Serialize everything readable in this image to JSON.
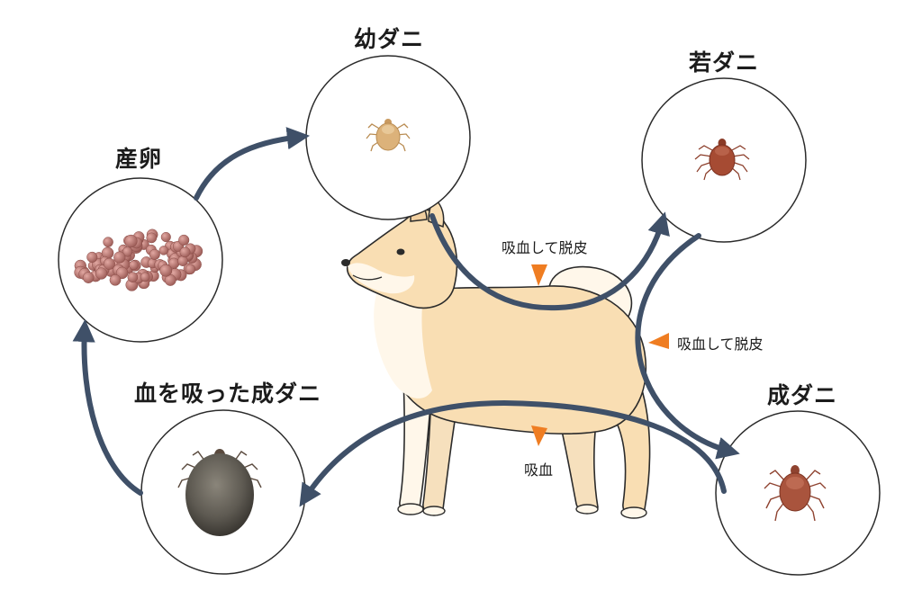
{
  "stages": {
    "egg": {
      "label": "産卵"
    },
    "larva": {
      "label": "幼ダニ"
    },
    "nymph": {
      "label": "若ダニ"
    },
    "adult": {
      "label": "成ダニ"
    },
    "engorged": {
      "label": "血を吸った成ダニ"
    }
  },
  "events": {
    "larva_feed": {
      "label": "吸血して脱皮"
    },
    "nymph_feed": {
      "label": "吸血して脱皮"
    },
    "adult_feed": {
      "label": "吸血"
    }
  },
  "colors": {
    "arrow": "#3f5068",
    "marker": "#ef7d22",
    "dog_fur": "#f9deb3",
    "dog_white": "#fff7ea",
    "outline": "#2b2b2b",
    "circle_stroke": "#2b2b2b",
    "egg": "#b5706a",
    "larva": "#dcb27a",
    "nymph": "#a64b33",
    "adult": "#a9543d",
    "engorged": "#5e5a52"
  }
}
